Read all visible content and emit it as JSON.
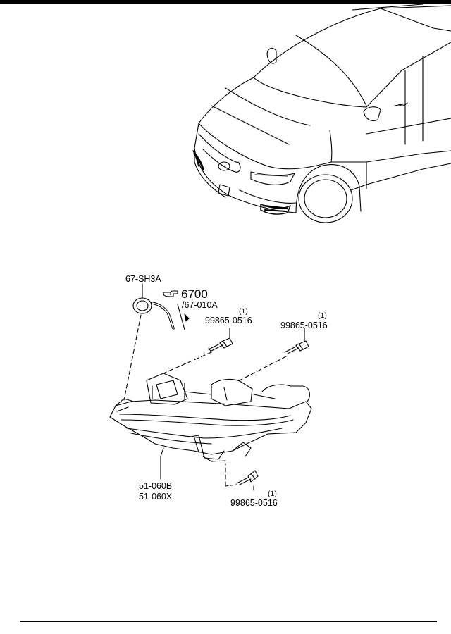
{
  "diagram": {
    "parts": {
      "grommet": "67-SH3A",
      "group": "6700",
      "harness": "67-010A",
      "screw_a": {
        "number": "99865-0516",
        "qty": "(1)"
      },
      "screw_b": {
        "number": "99865-0516",
        "qty": "(1)"
      },
      "screw_c": {
        "number": "99865-0516",
        "qty": "(1)"
      },
      "lamp_left": "51-060B",
      "lamp_right": "51-060X"
    },
    "icons": {
      "group_ref": "hand-pointer-icon"
    }
  }
}
